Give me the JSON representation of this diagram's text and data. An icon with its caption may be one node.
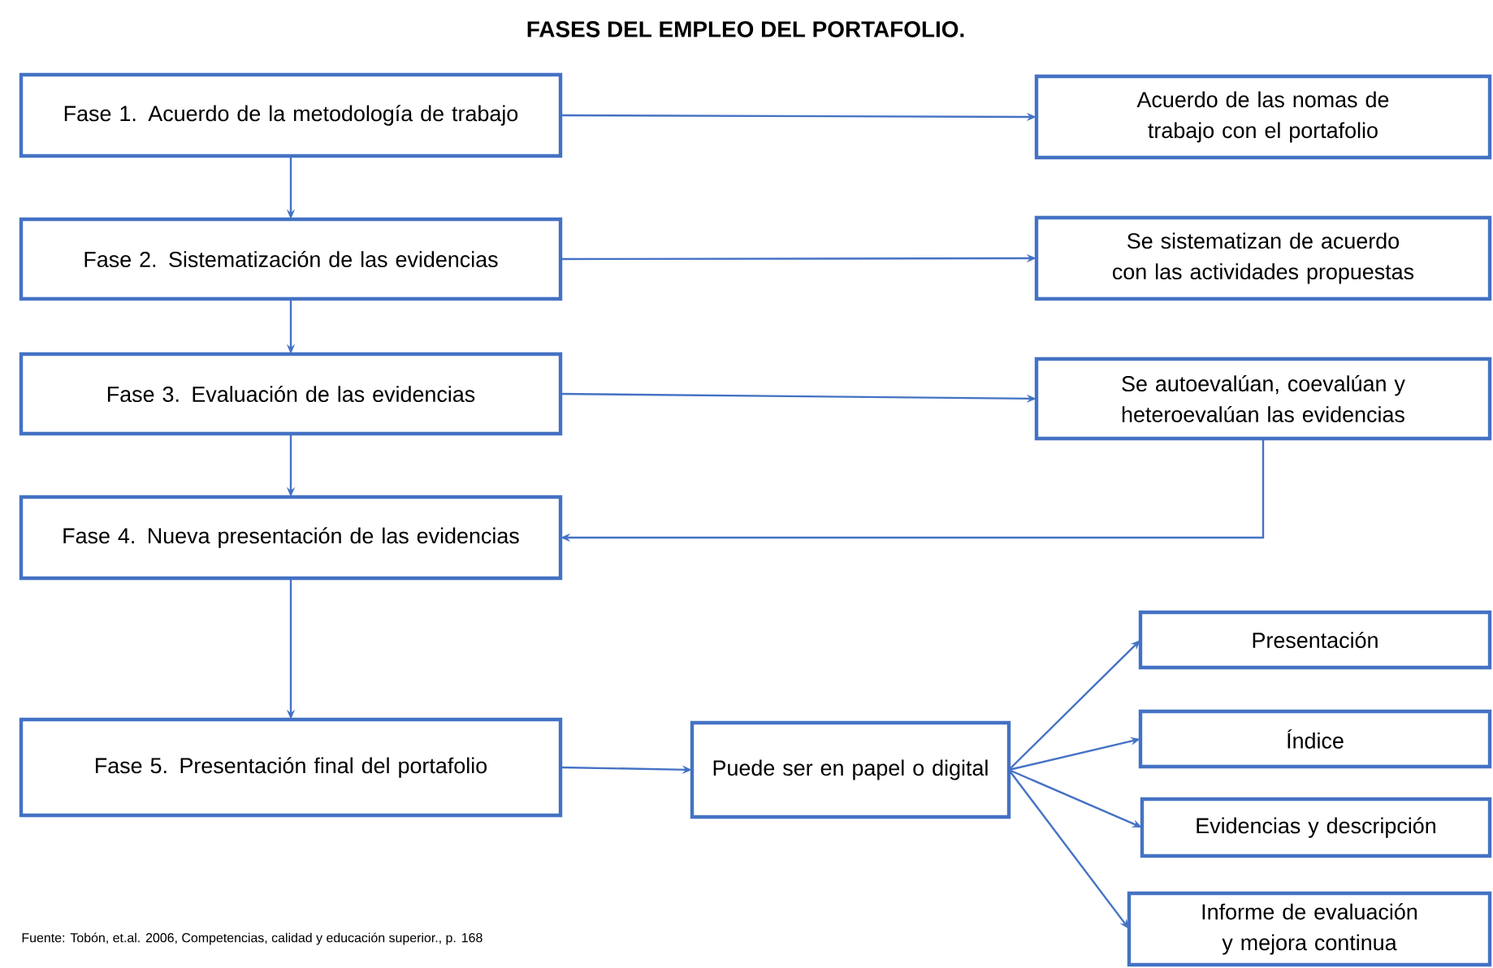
{
  "diagram": {
    "title": "FASES DEL EMPLEO DEL PORTAFOLIO.",
    "nodes": [
      {
        "text": [
          "Fase 1. Acuerdo de la metodología de trabajo"
        ]
      },
      {
        "text": [
          "Acuerdo de las nomas de trabajo con el portafolio"
        ]
      },
      {
        "text": [
          "Fase 2. Sistematización de las evidencias"
        ]
      },
      {
        "text": [
          "Se sistematizan de acuerdo con las actividades propuestas"
        ]
      },
      {
        "text": [
          "Fase 3. Evaluación de las evidencias"
        ]
      },
      {
        "text": [
          "Se autoevalúan, coevalúan y heteroevalúan las evidencias"
        ]
      },
      {
        "text": [
          "Fase 4. Nueva presentación de las evidencias"
        ]
      },
      {
        "text": [
          "Fase 5. Presentación final del portafolio"
        ]
      },
      {
        "text": [
          "Puede ser en papel o digital"
        ]
      },
      {
        "text": [
          "Presentación"
        ]
      },
      {
        "text": [
          "Índice"
        ]
      },
      {
        "text": [
          "Evidencias y descripción"
        ]
      },
      {
        "text": [
          "Informe de evaluación y mejora continua"
        ]
      }
    ],
    "edges": [
      {
        "from": 0,
        "to": 1,
        "arrow": "to"
      },
      {
        "from": 0,
        "to": 2,
        "arrow": "to"
      },
      {
        "from": 2,
        "to": 3,
        "arrow": "to"
      },
      {
        "from": 2,
        "to": 4,
        "arrow": "to"
      },
      {
        "from": 4,
        "to": 5,
        "arrow": "to"
      },
      {
        "from": 4,
        "to": 6,
        "arrow": "to"
      },
      {
        "from": 5,
        "to": 6,
        "arrow": "to"
      },
      {
        "from": 6,
        "to": 7,
        "arrow": "to"
      },
      {
        "from": 7,
        "to": 8,
        "arrow": "to"
      },
      {
        "from": 8,
        "to": 9,
        "arrow": "to"
      },
      {
        "from": 8,
        "to": 10,
        "arrow": "to"
      },
      {
        "from": 8,
        "to": 11,
        "arrow": "to"
      },
      {
        "from": 8,
        "to": 12,
        "arrow": "to"
      }
    ],
    "labels": [
      "Fuente: Tobón, et.al. 2006, Competencias, calidad y educación superior., p. 168"
    ]
  }
}
